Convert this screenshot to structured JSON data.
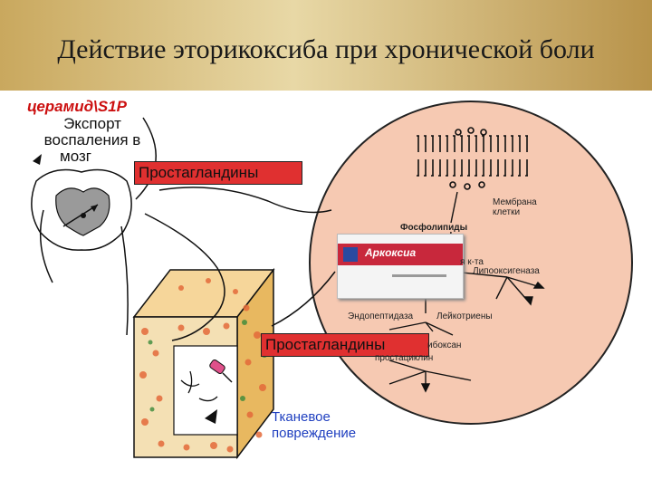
{
  "title": "Действие эторикоксиба при хронической боли",
  "labels": {
    "ceramide": "церамид\\S1P",
    "export_line1": "Экспорт",
    "export_line2": "воспаления в",
    "export_line3": "мозг",
    "prostaglandins_top": "Простагландины",
    "prostaglandins_bottom": "Простагландины",
    "membrane_line1": "Мембрана",
    "membrane_line2": "клетки",
    "phospholipids": "Фосфолипиды",
    "acid": "я к-та",
    "lipoxygenase": "Липооксигеназа",
    "endoperoxidase": "Эндопептидаза",
    "leukotrienes": "Лейкотриены",
    "thromboxane": "ибоксан",
    "prostacyclin": "простациклин",
    "tissue_line1": "Тканевое",
    "tissue_line2": "повреждение"
  },
  "package": {
    "brand": "Аркоксиа",
    "logo": "msd-logo"
  },
  "colors": {
    "cell_fill": "#f6c9b2",
    "cell_stroke": "#222222",
    "label_red": "#e03030",
    "tissue_text": "#2040c0",
    "header_gold": "#c9a85e"
  }
}
